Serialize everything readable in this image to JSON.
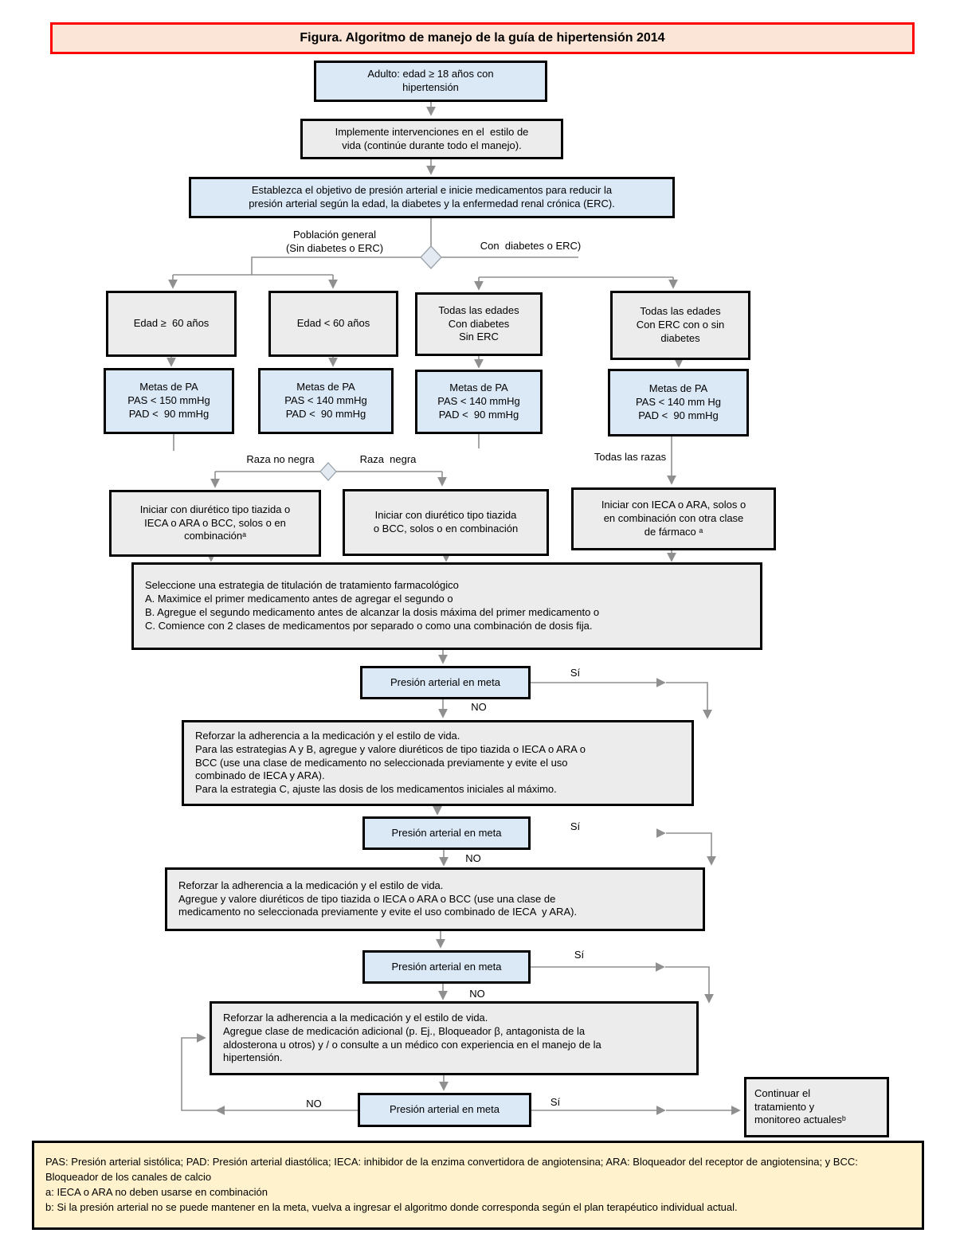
{
  "title": "Figura. Algoritmo de manejo de la guía de hipertensión 2014",
  "flow": {
    "adulto": "Adulto: edad ≥ 18 años con\nhipertensión",
    "estilo_vida": "Implemente intervenciones en el  estilo de\nvida (continúe durante todo el manejo).",
    "objetivo": "Establezca el objetivo de presión arterial e inicie medicamentos para reducir la\npresión arterial según la edad, la diabetes y la enfermedad renal crónica (ERC).",
    "seleccione": "Seleccione una estrategia de titulación de tratamiento farmacológico\nA. Maximice el primer medicamento antes de agregar el segundo o\nB. Agregue el segundo medicamento antes de alcanzar la dosis máxima del primer medicamento o\nC. Comience con 2 clases de medicamentos por separado o como una combinación de dosis fija.",
    "meta_check": "Presión arterial en meta",
    "reforzar1": "Reforzar la adherencia a la medicación y el estilo de vida.\nPara las estrategias A y B, agregue y valore diuréticos de tipo tiazida o IECA o ARA o\nBCC (use una clase de medicamento no seleccionada previamente y evite el uso\ncombinado de IECA y ARA).\nPara la estrategia C, ajuste las dosis de los medicamentos iniciales al máximo.",
    "reforzar2": "Reforzar la adherencia a la medicación y el estilo de vida.\nAgregue y valore diuréticos de tipo tiazida o IECA o ARA o BCC (use una clase de\nmedicamento no seleccionada previamente y evite el uso combinado de IECA  y ARA).",
    "reforzar3": "Reforzar la adherencia a la medicación y el estilo de vida.\nAgregue clase de medicación adicional (p. Ej., Bloqueador β, antagonista de la\naldosterona u otros) y / o consulte a un médico con experiencia en el manejo de la\nhipertensión.",
    "continuar": "Continuar el\ntratamiento y\nmonitoreo actualesᵇ"
  },
  "branches": {
    "poblacion_general": "Población general\n(Sin diabetes o ERC)",
    "con_diabetes": "Con  diabetes o ERC)",
    "raza_no_negra": "Raza no negra",
    "raza_negra": "Raza  negra",
    "todas_las_razas": "Todas las razas",
    "si": "Sí",
    "no": "NO"
  },
  "columns": [
    {
      "condition": "Edad ≥  60 años",
      "metas": "Metas de PA\nPAS < 150 mmHg\nPAD <  90 mmHg"
    },
    {
      "condition": "Edad < 60 años",
      "metas": "Metas de PA\nPAS < 140 mmHg\nPAD <  90 mmHg"
    },
    {
      "condition": "Todas las edades\nCon diabetes\nSin ERC",
      "metas": "Metas de PA\nPAS < 140 mmHg\nPAD <  90 mmHg"
    },
    {
      "condition": "Todas las edades\nCon ERC con o sin\ndiabetes",
      "metas": "Metas de PA\nPAS < 140 mm Hg\nPAD <  90 mmHg"
    }
  ],
  "iniciar": [
    "Iniciar con diurético tipo tiazida o\nIECA o ARA o BCC, solos o en\ncombinaciónᵃ",
    "Iniciar con diurético tipo tiazida\no BCC, solos o en combinación",
    "Iniciar con IECA o ARA, solos o\nen combinación con otra clase\nde fármaco ᵃ"
  ],
  "footnote": "PAS: Presión arterial sistólica; PAD: Presión arterial diastólica; IECA: inhibidor de la enzima convertidora de angiotensina; ARA: Bloqueador del receptor de angiotensina; y BCC: Bloqueador de los canales de calcio\na: IECA o ARA no deben usarse en combinación\nb: Si la presión arterial no se puede mantener en la meta, vuelva a ingresar el algoritmo donde corresponda según el plan terapéutico individual actual.",
  "colors": {
    "node_blue": "#DBE8F6",
    "node_gray": "#ECECEC",
    "title_bg": "#FBE5D6",
    "title_border": "#FF0000",
    "footnote_bg": "#FFF2CC",
    "connector": "#8F8F8F",
    "border": "#000000"
  }
}
